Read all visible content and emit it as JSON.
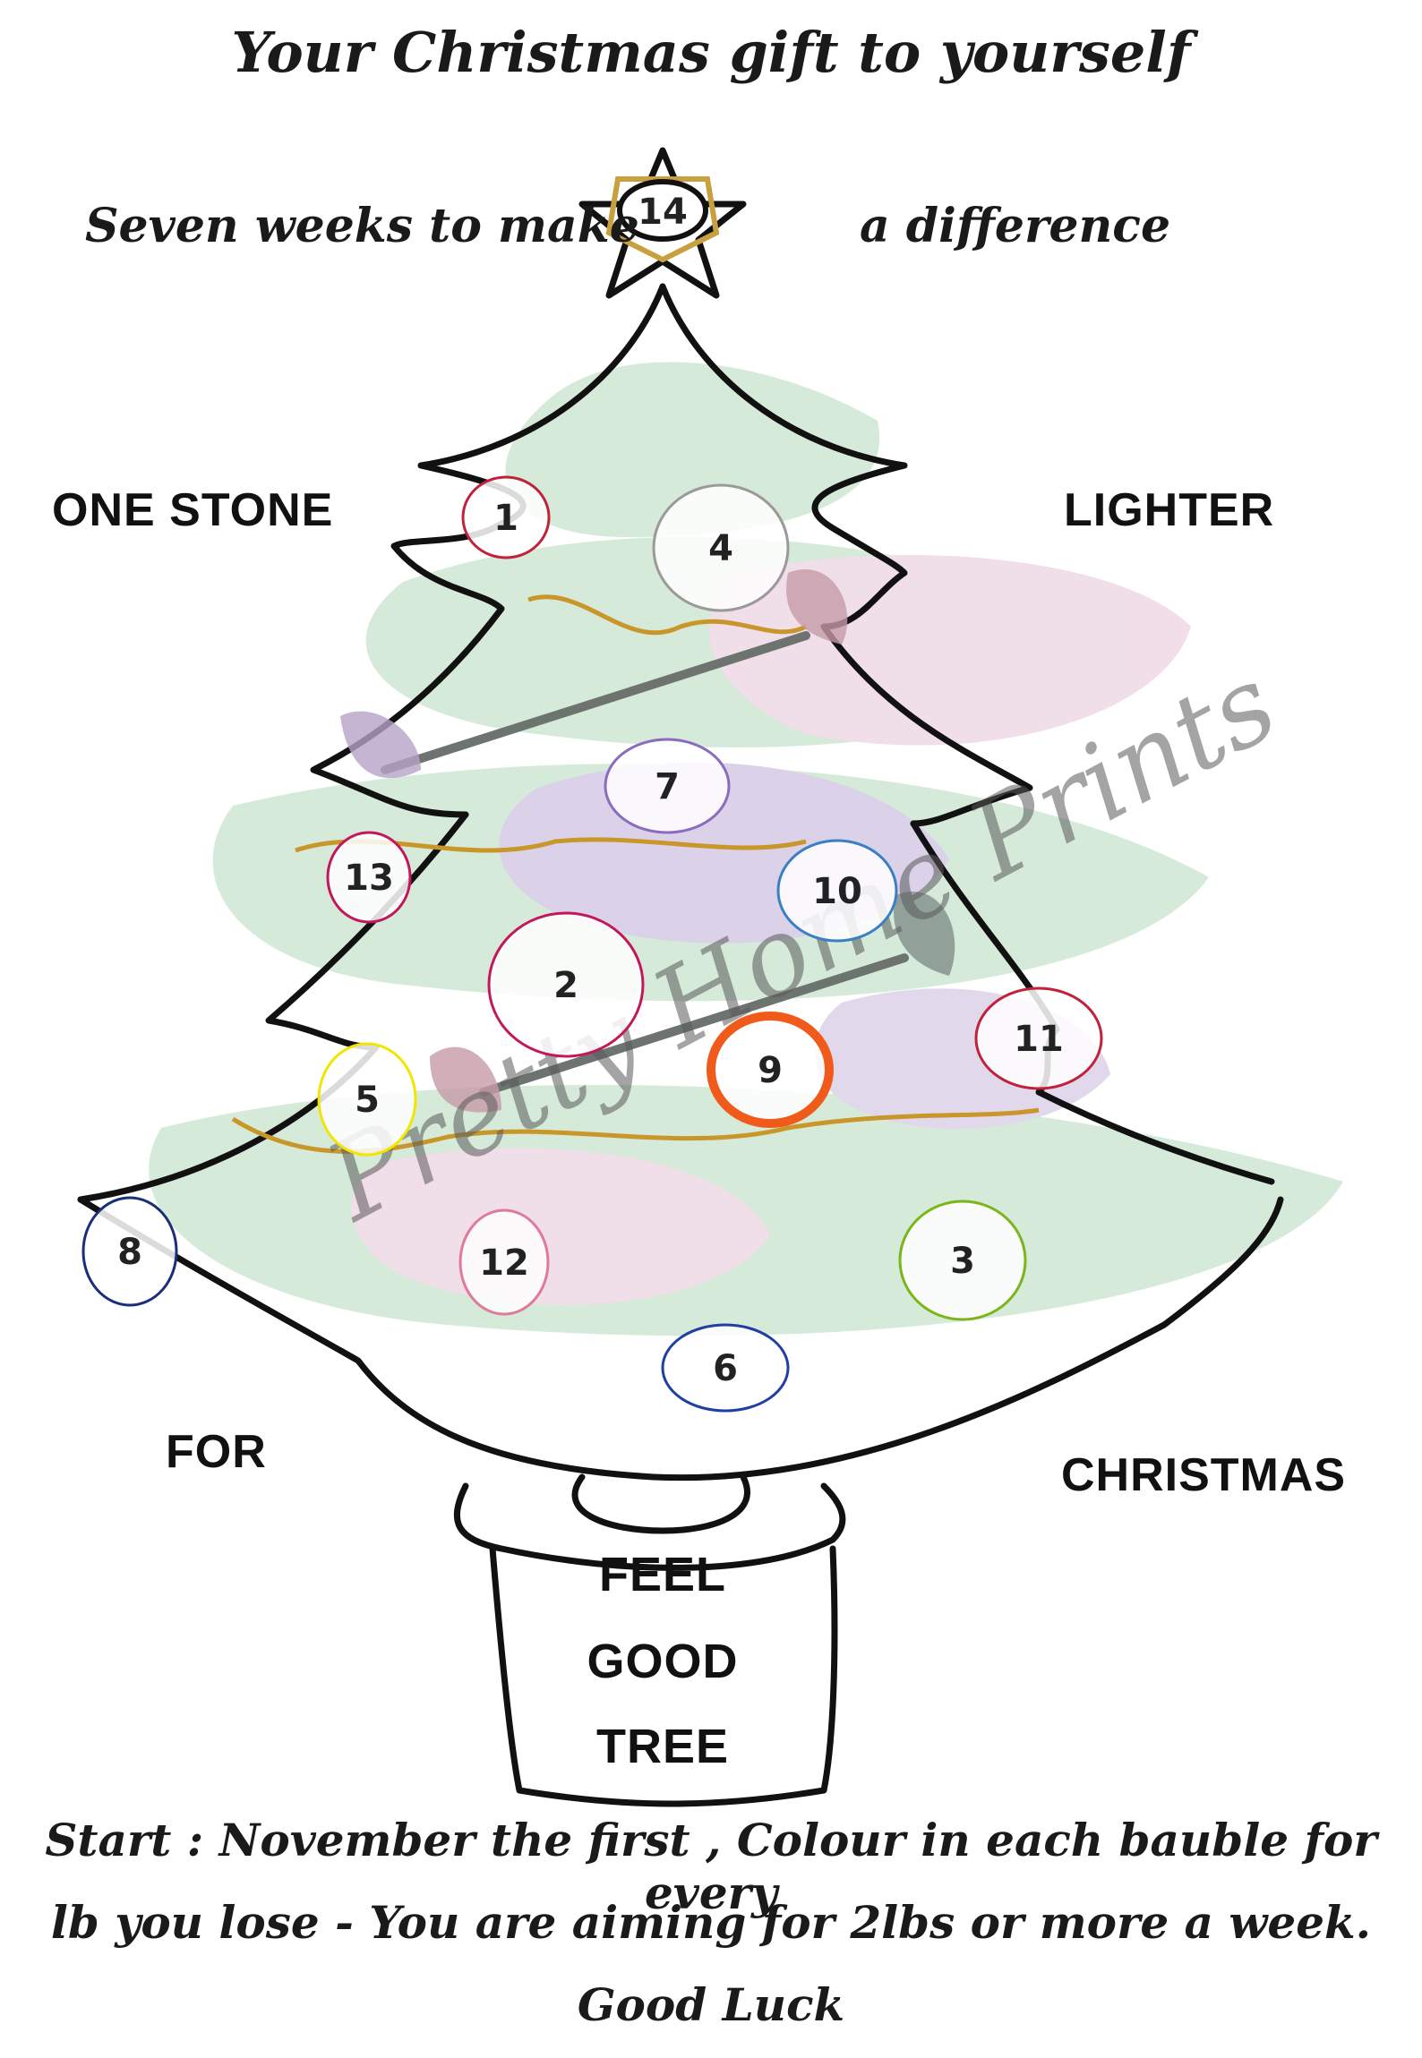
{
  "title": "Your Christmas gift to yourself",
  "subtitle_left": "Seven weeks to make",
  "subtitle_right": "a difference",
  "star_number": "14",
  "labels": {
    "top_left": "ONE STONE",
    "top_right": "LIGHTER",
    "bottom_left": "FOR",
    "bottom_right": "CHRISTMAS"
  },
  "pot_text": [
    "FEEL",
    "GOOD",
    "TREE"
  ],
  "watermark": "Pretty Home Prints",
  "baubles": [
    {
      "number": "1",
      "color": "#c0223a"
    },
    {
      "number": "2",
      "color": "#c2185b"
    },
    {
      "number": "3",
      "color": "#7cb518"
    },
    {
      "number": "4",
      "color": "#9a9a9a"
    },
    {
      "number": "5",
      "color": "#f2e600"
    },
    {
      "number": "6",
      "color": "#1f3fa3"
    },
    {
      "number": "7",
      "color": "#8b6bbd"
    },
    {
      "number": "8",
      "color": "#1a2f7a"
    },
    {
      "number": "9",
      "color": "#f05a1a"
    },
    {
      "number": "10",
      "color": "#3a7fc2"
    },
    {
      "number": "11",
      "color": "#c0223a"
    },
    {
      "number": "12",
      "color": "#e07a9a"
    },
    {
      "number": "13",
      "color": "#c2185b"
    }
  ],
  "instructions": [
    "Start : November the first , Colour in each bauble for every",
    "lb you lose - You are aiming for 2lbs or more a week.",
    "Good Luck"
  ],
  "colors": {
    "tree_green": "#b9dcc0",
    "tinsel_gold": "#c9962a",
    "star_gold": "#c8a040",
    "wash_pink": "#e8c6da",
    "wash_purple": "#b9a6cf",
    "outline": "#111111"
  }
}
